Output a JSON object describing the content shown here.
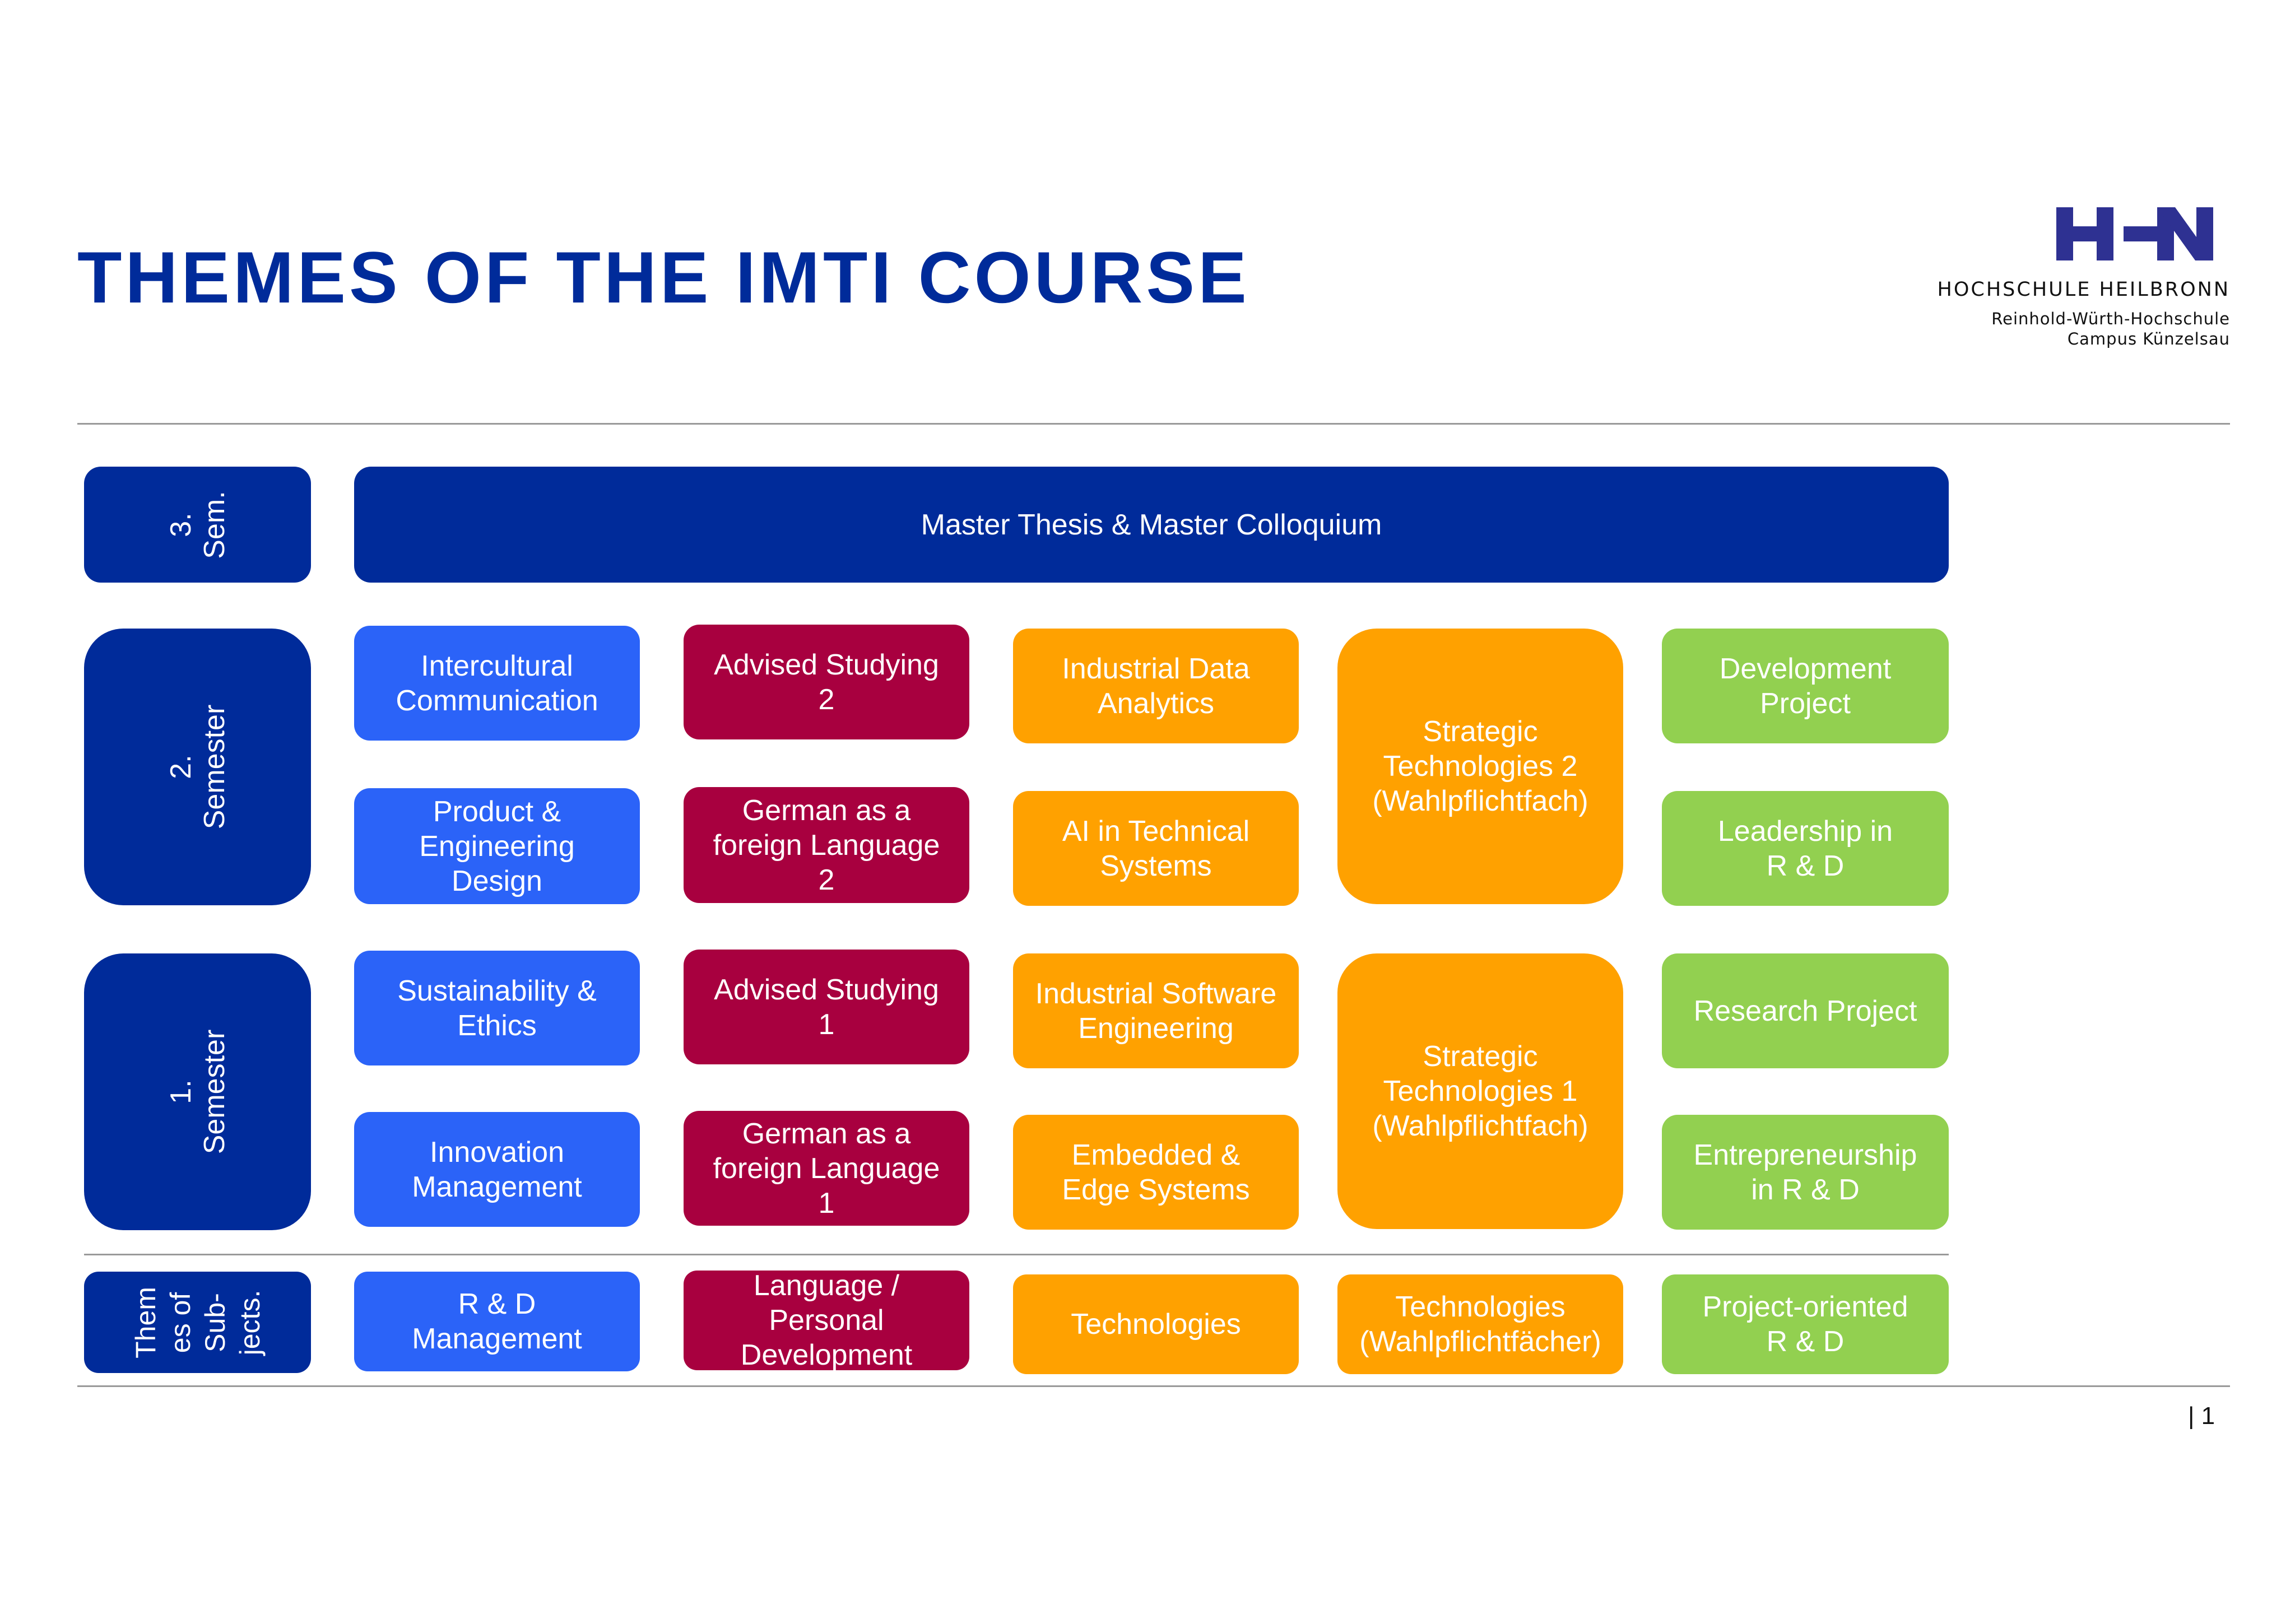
{
  "title": "THEMES OF THE IMTI COURSE",
  "logo": {
    "mark": "HHN",
    "name": "HOCHSCHULE HEILBRONN",
    "line1": "Reinhold-Würth-Hochschule",
    "line2": "Campus Künzelsau"
  },
  "rows": {
    "sem3": "3.\nSem.",
    "sem2": "2. Semester",
    "sem1": "1. Semester",
    "themes": "Them\nes of\nSub-\njects."
  },
  "cells": {
    "master_thesis": "Master Thesis & Master Colloquium",
    "intercultural": "Intercultural\nCommunication",
    "product_design": "Product &\nEngineering\nDesign",
    "advised_2": "Advised Studying\n2",
    "german_2": "German as a\nforeign Language\n2",
    "data_analytics": "Industrial Data\nAnalytics",
    "ai_technical": "AI in Technical\nSystems",
    "strategic_2": "Strategic\nTechnologies 2\n(Wahlpflichtfach)",
    "dev_project": "Development\nProject",
    "leadership": "Leadership in\nR & D",
    "sustainability": "Sustainability &\nEthics",
    "innovation": "Innovation\nManagement",
    "advised_1": "Advised Studying\n1",
    "german_1": "German as a\nforeign Language\n1",
    "software_eng": "Industrial Software\nEngineering",
    "embedded": "Embedded &\nEdge Systems",
    "strategic_1": "Strategic\nTechnologies 1\n(Wahlpflichtfach)",
    "research_project": "Research Project",
    "entrepreneurship": "Entrepreneurship\nin R & D",
    "theme_rd_mgmt": "R & D\nManagement",
    "theme_language": "Language /\nPersonal\nDevelopment",
    "theme_tech": "Technologies",
    "theme_tech_wpf": "Technologies\n(Wahlpflichtfächer)",
    "theme_project": "Project-oriented\nR & D"
  },
  "page_number": "| 1",
  "colors": {
    "navy": "#002b9a",
    "blue": "#2b63f8",
    "maroon": "#a8003f",
    "orange": "#ffa100",
    "green": "#92d050"
  }
}
